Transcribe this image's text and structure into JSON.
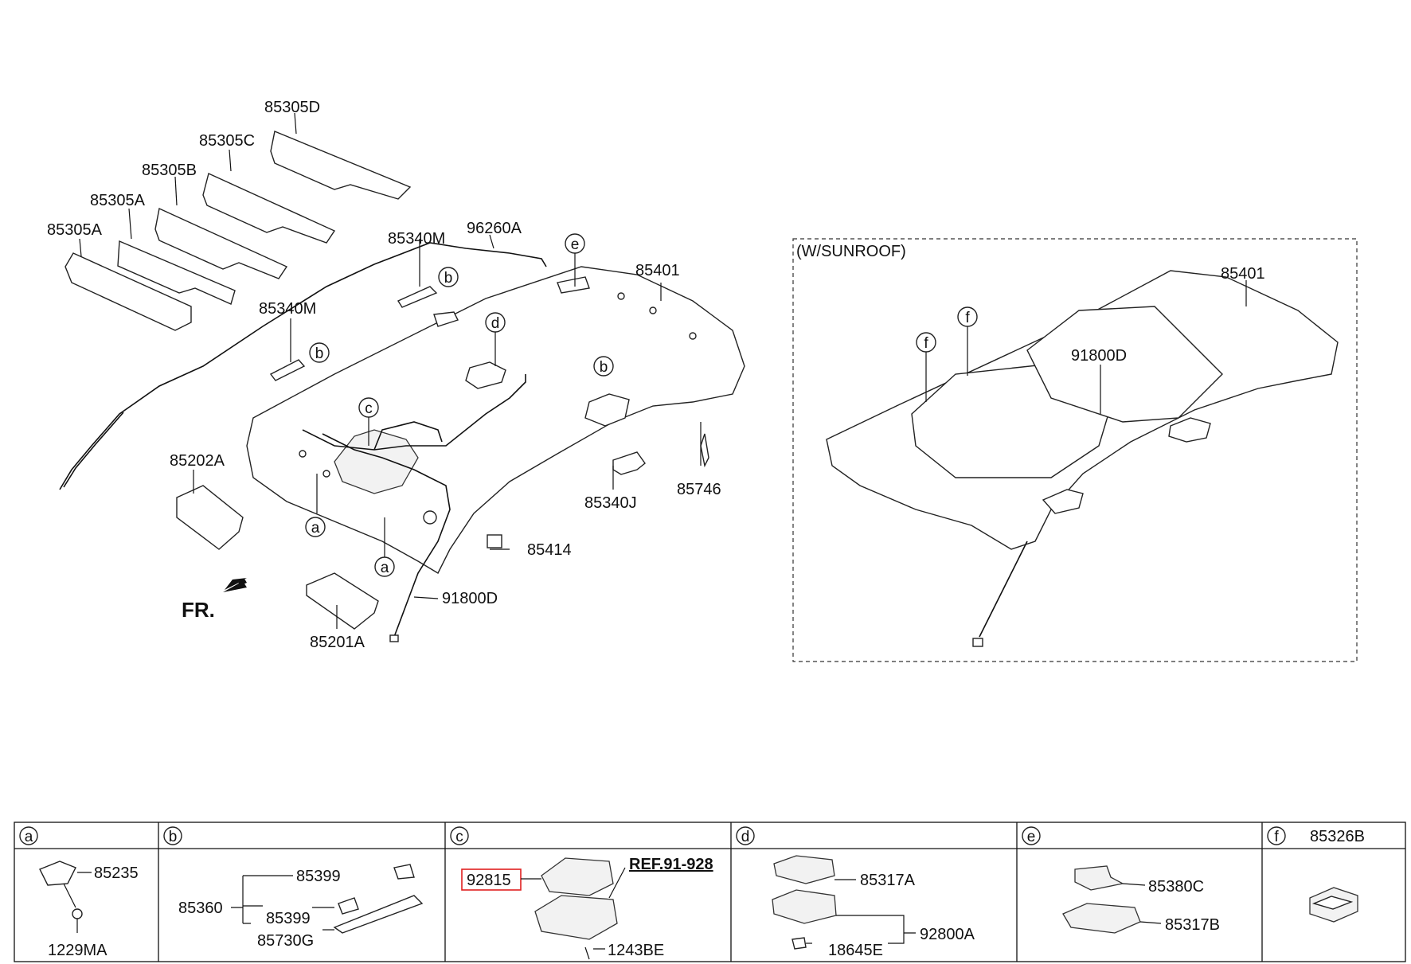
{
  "callouts": {
    "p85305D": "85305D",
    "p85305C": "85305C",
    "p85305B": "85305B",
    "p85305A_1": "85305A",
    "p85305A_2": "85305A",
    "p85340M_1": "85340M",
    "p85340M_2": "85340M",
    "p96260A": "96260A",
    "p85401_main": "85401",
    "p85202A": "85202A",
    "p85201A": "85201A",
    "p91800D_main": "91800D",
    "p85414": "85414",
    "p85340J": "85340J",
    "p85746": "85746",
    "fr": "FR.",
    "sunroof_title": "(W/SUNROOF)",
    "p85401_sunroof": "85401",
    "p91800D_sunroof": "91800D"
  },
  "circle_letters": {
    "a1": "a",
    "a2": "a",
    "b1": "b",
    "b2": "b",
    "b3": "b",
    "c1": "c",
    "d1": "d",
    "e1": "e",
    "f1": "f",
    "f2": "f"
  },
  "table": {
    "headers": [
      {
        "letter": "a",
        "text": ""
      },
      {
        "letter": "b",
        "text": ""
      },
      {
        "letter": "c",
        "text": ""
      },
      {
        "letter": "d",
        "text": ""
      },
      {
        "letter": "e",
        "text": ""
      },
      {
        "letter": "f",
        "text": "85326B"
      }
    ],
    "a": {
      "p1": "85235",
      "p2": "1229MA"
    },
    "b": {
      "group": "85360",
      "p1": "85399",
      "p2": "85399",
      "p3": "85730G"
    },
    "c": {
      "highlight": "92815",
      "ref": "REF.91-928",
      "p2": "1243BE"
    },
    "d": {
      "p1": "85317A",
      "p2": "92800A",
      "p3": "18645E"
    },
    "e": {
      "p1": "85380C",
      "p2": "85317B"
    }
  },
  "colors": {
    "highlight": "#e02020",
    "line": "#111111"
  }
}
